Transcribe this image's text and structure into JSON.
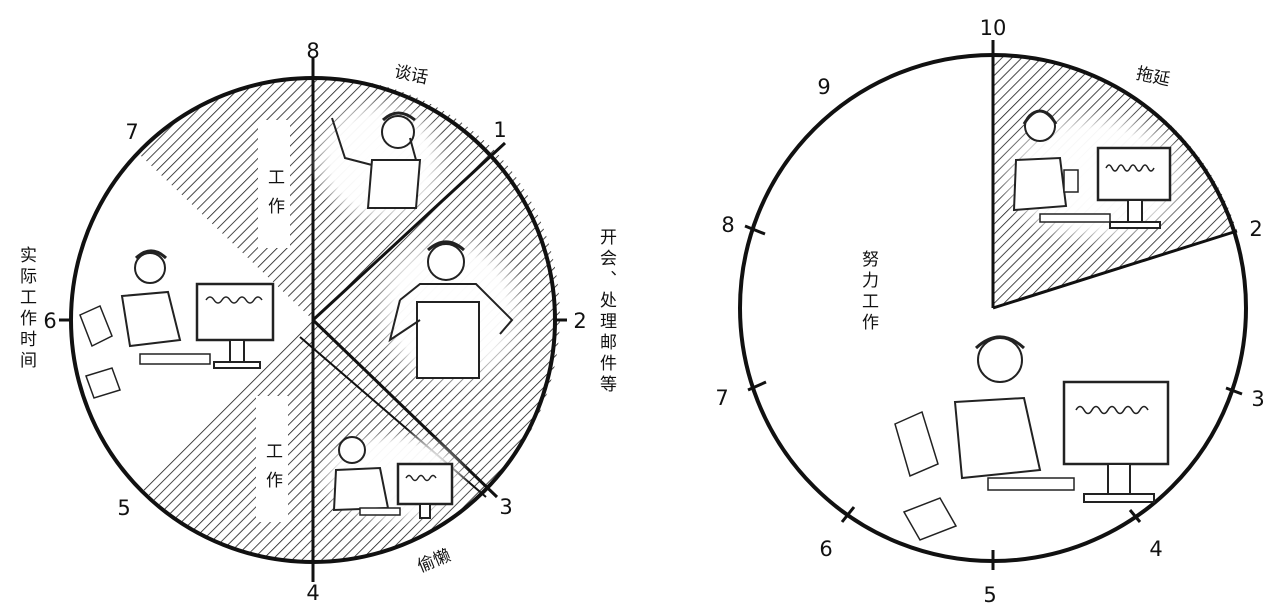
{
  "left_clock": {
    "ticks": [
      {
        "id": "8",
        "text": "8"
      },
      {
        "id": "1",
        "text": "1"
      },
      {
        "id": "2",
        "text": "2"
      },
      {
        "id": "3",
        "text": "3"
      },
      {
        "id": "4",
        "text": "4"
      },
      {
        "id": "5",
        "text": "5"
      },
      {
        "id": "6",
        "text": "6"
      },
      {
        "id": "7",
        "text": "7"
      }
    ],
    "labels": {
      "chat": "谈话",
      "meetings": "开会、处理邮件等",
      "slacking": "偷懒",
      "actual_work_time": "实际工作时间",
      "work_upper": "工作",
      "work_lower": "工作"
    }
  },
  "right_clock": {
    "ticks": [
      {
        "id": "10",
        "text": "10"
      },
      {
        "id": "2",
        "text": "2"
      },
      {
        "id": "3",
        "text": "3"
      },
      {
        "id": "4",
        "text": "4"
      },
      {
        "id": "5",
        "text": "5"
      },
      {
        "id": "6",
        "text": "6"
      },
      {
        "id": "7",
        "text": "7"
      },
      {
        "id": "8",
        "text": "8"
      },
      {
        "id": "9",
        "text": "9"
      }
    ],
    "labels": {
      "procrastinate": "拖延",
      "hard_work": "努力工作"
    }
  }
}
